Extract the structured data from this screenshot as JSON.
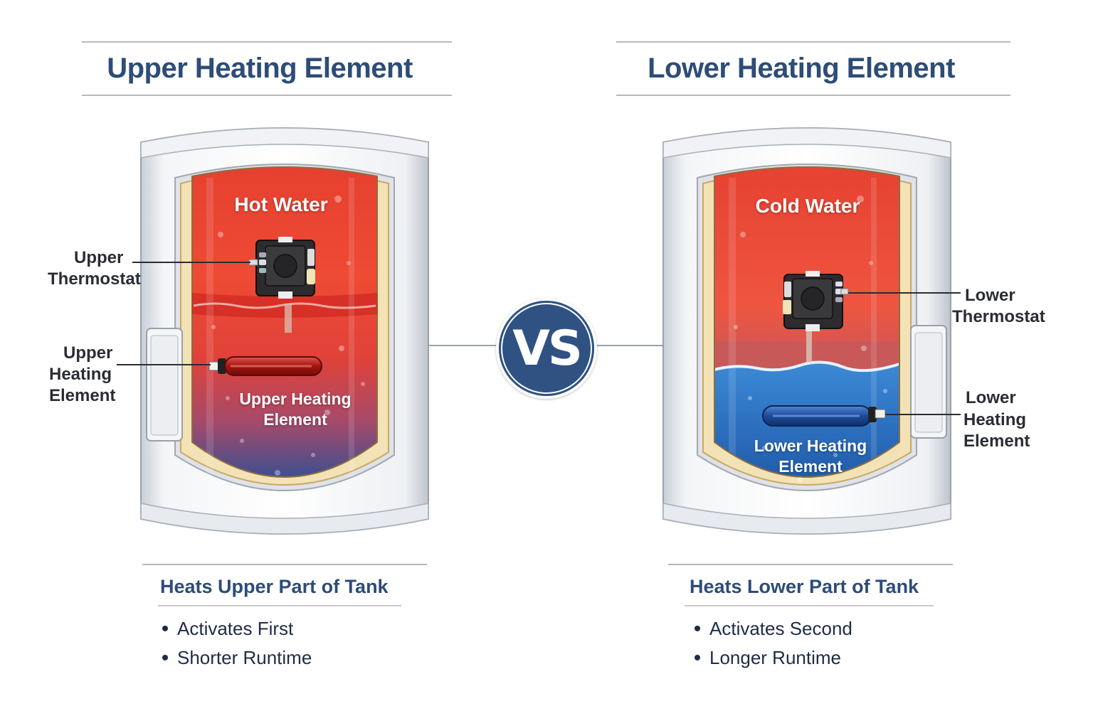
{
  "left": {
    "title": "Upper Heating Element",
    "water_label": "Hot Water",
    "element_label_line1": "Upper Heating",
    "element_label_line2": "Element",
    "callout_thermostat_line1": "Upper",
    "callout_thermostat_line2": "Thermostat",
    "callout_element_line1": "Upper",
    "callout_element_line2": "Heating",
    "callout_element_line3": "Element",
    "summary_title": "Heats Upper Part of Tank",
    "bullets": [
      "Activates First",
      "Shorter Runtime"
    ],
    "colors": {
      "water_top": "#e8432e",
      "water_bottom": "#3d4f8f",
      "element": "#b91f1c"
    }
  },
  "vs": {
    "label": "VS",
    "color": "#2f5283"
  },
  "right": {
    "title": "Lower Heating Element",
    "water_label": "Cold Water",
    "element_label_line1": "Lower Heating",
    "element_label_line2": "Element",
    "callout_thermostat_line1": "Lower",
    "callout_thermostat_line2": "Thermostat",
    "callout_element_line1": "Lower",
    "callout_element_line2": "Heating",
    "callout_element_line3": "Element",
    "summary_title": "Heats Lower Part of Tank",
    "bullets": [
      "Activates Second",
      "Longer Runtime"
    ],
    "colors": {
      "water_top": "#e8432e",
      "water_bottom": "#1f5fae",
      "element": "#1d4f9c"
    }
  },
  "colors": {
    "heading": "#2d4c78",
    "text": "#1f2c45",
    "insulation": "#f3e2b5",
    "shell": "#e9ecf0"
  }
}
